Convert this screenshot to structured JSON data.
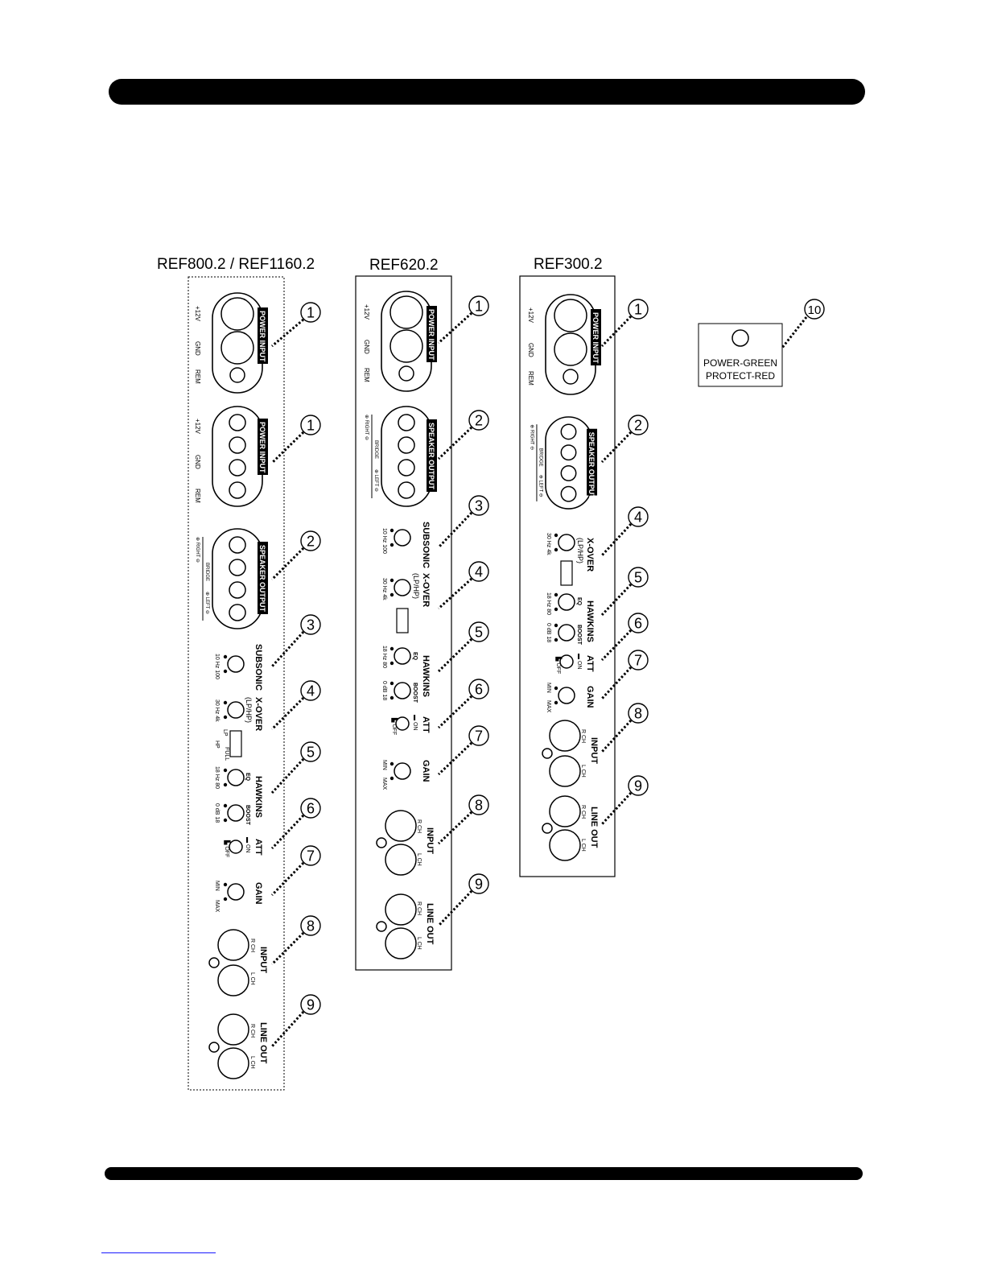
{
  "page": {
    "header_bar": "",
    "footer_bar": ""
  },
  "panels": [
    {
      "id": "ref800",
      "title": "REF800.2 / REF1160.2",
      "sections": {
        "power1": {
          "label": "POWER INPUT",
          "terms": [
            "+12V",
            "GND",
            "REM"
          ],
          "callout": "1"
        },
        "power2": {
          "label": "POWER INPUT",
          "terms": [
            "+12V",
            "GND",
            "REM"
          ],
          "callout": "1"
        },
        "speaker": {
          "label": "SPEAKER OUTPUT",
          "terms": [
            "RIGHT",
            "BRIDGE",
            "LEFT"
          ],
          "callout": "2"
        },
        "subsonic": {
          "label": "SUBSONIC",
          "range": "10 Hz 100",
          "callout": "3"
        },
        "xover": {
          "label": "X-OVER",
          "sub": "(LP/HP)",
          "range": "30 Hz 4k",
          "switch": [
            "LP",
            "HP",
            "FULL"
          ],
          "callout": "4"
        },
        "hawkins": {
          "label": "HAWKINS",
          "eq": "EQ",
          "eq_range": "18 Hz 80",
          "boost": "BOOST",
          "boost_range": "0 dB 18",
          "callout": "5"
        },
        "att": {
          "label": "ATT",
          "on": "ON",
          "off": "OFF",
          "callout": "6"
        },
        "gain": {
          "label": "GAIN",
          "min": "MIN",
          "max": "MAX",
          "callout": "7"
        },
        "input": {
          "label": "INPUT",
          "r": "R CH",
          "l": "L CH",
          "callout": "8"
        },
        "lineout": {
          "label": "LINE OUT",
          "r": "R CH",
          "l": "L CH",
          "callout": "9"
        }
      }
    },
    {
      "id": "ref620",
      "title": "REF620.2"
    },
    {
      "id": "ref300",
      "title": "REF300.2"
    }
  ],
  "indicator": {
    "text_line1": "POWER-GREEN",
    "text_line2": "PROTECT-RED",
    "callout": "10"
  }
}
